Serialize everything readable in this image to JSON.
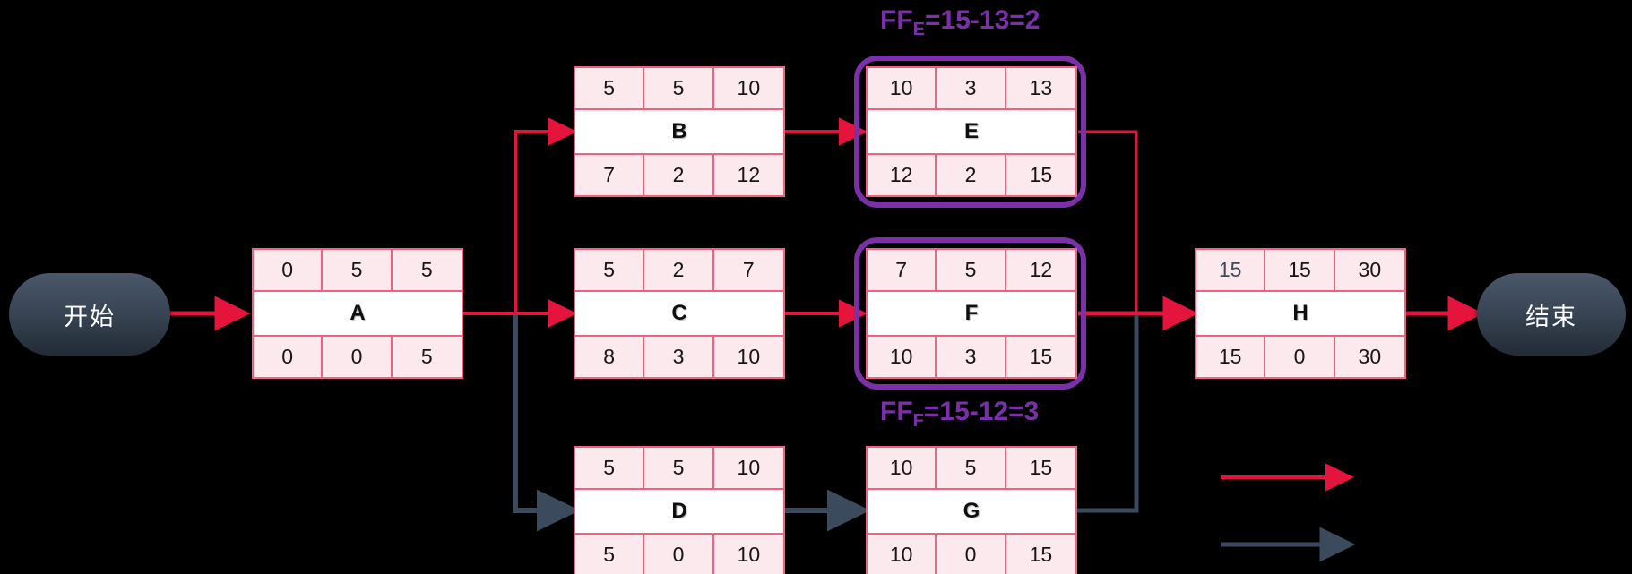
{
  "diagram": {
    "title": "",
    "colors": {
      "edge_red": "#e5143c",
      "edge_slate": "#3b4a5c",
      "highlight_purple": "#7b2fa8",
      "node_border": "#f4607f",
      "node_fill": "#fce9ee",
      "name_fill": "#ffffff",
      "terminal_fill": "#3a4656",
      "background": "#000000"
    },
    "terminals": [
      {
        "id": "start",
        "label": "开始"
      },
      {
        "id": "end",
        "label": "结束"
      }
    ],
    "nodes": [
      {
        "id": "A",
        "label": "A",
        "top": [
          "0",
          "5",
          "5"
        ],
        "bottom": [
          "0",
          "0",
          "5"
        ],
        "highlighted": false,
        "muted_cells": []
      },
      {
        "id": "B",
        "label": "B",
        "top": [
          "5",
          "5",
          "10"
        ],
        "bottom": [
          "7",
          "2",
          "12"
        ],
        "highlighted": false,
        "muted_cells": []
      },
      {
        "id": "C",
        "label": "C",
        "top": [
          "5",
          "2",
          "7"
        ],
        "bottom": [
          "8",
          "3",
          "10"
        ],
        "highlighted": false,
        "muted_cells": []
      },
      {
        "id": "D",
        "label": "D",
        "top": [
          "5",
          "5",
          "10"
        ],
        "bottom": [
          "5",
          "0",
          "10"
        ],
        "highlighted": false,
        "muted_cells": []
      },
      {
        "id": "E",
        "label": "E",
        "top": [
          "10",
          "3",
          "13"
        ],
        "bottom": [
          "12",
          "2",
          "15"
        ],
        "highlighted": true,
        "muted_cells": []
      },
      {
        "id": "F",
        "label": "F",
        "top": [
          "7",
          "5",
          "12"
        ],
        "bottom": [
          "10",
          "3",
          "15"
        ],
        "highlighted": true,
        "muted_cells": []
      },
      {
        "id": "G",
        "label": "G",
        "top": [
          "10",
          "5",
          "15"
        ],
        "bottom": [
          "10",
          "0",
          "15"
        ],
        "highlighted": false,
        "muted_cells": []
      },
      {
        "id": "H",
        "label": "H",
        "top": [
          "15",
          "15",
          "30"
        ],
        "bottom": [
          "15",
          "0",
          "30"
        ],
        "highlighted": false,
        "muted_cells": [
          "top0"
        ]
      }
    ],
    "annotations": [
      {
        "id": "ffE",
        "prefix": "FF",
        "sub": "E",
        "expr": "=15-13=2",
        "full": "FFE=15-13=2"
      },
      {
        "id": "ffF",
        "prefix": "FF",
        "sub": "F",
        "expr": "=15-12=3",
        "full": "FFF=15-12=3"
      }
    ],
    "edges": [
      {
        "from": "start",
        "to": "A",
        "color": "edge_red"
      },
      {
        "from": "A",
        "to": "B",
        "color": "edge_red"
      },
      {
        "from": "A",
        "to": "C",
        "color": "edge_red"
      },
      {
        "from": "A",
        "to": "D",
        "color": "edge_slate"
      },
      {
        "from": "B",
        "to": "E",
        "color": "edge_red"
      },
      {
        "from": "C",
        "to": "F",
        "color": "edge_red"
      },
      {
        "from": "D",
        "to": "G",
        "color": "edge_slate"
      },
      {
        "from": "E",
        "to": "H",
        "color": "edge_red"
      },
      {
        "from": "F",
        "to": "H",
        "color": "edge_red"
      },
      {
        "from": "G",
        "to": "H",
        "color": "edge_slate"
      },
      {
        "from": "H",
        "to": "end",
        "color": "edge_red"
      }
    ],
    "legend": [
      {
        "id": "legend-red",
        "color": "edge_red",
        "label": ""
      },
      {
        "id": "legend-slate",
        "color": "edge_slate",
        "label": ""
      }
    ]
  }
}
